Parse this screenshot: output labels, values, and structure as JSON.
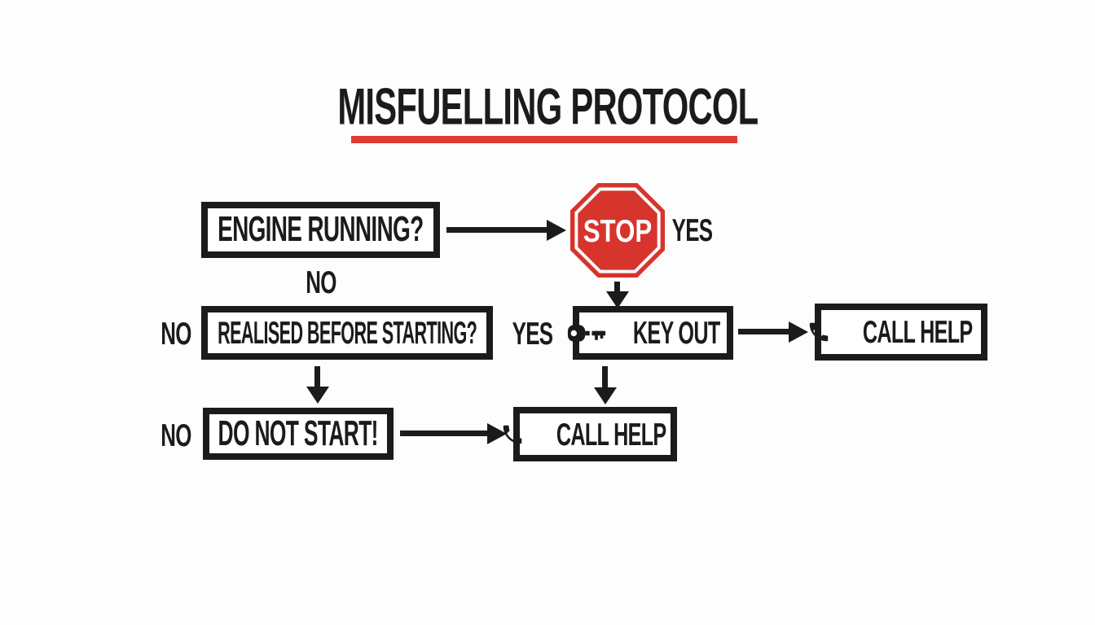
{
  "title": {
    "text": "MISFUELLING PROTOCOL"
  },
  "colors": {
    "ink": "#1b1b1b",
    "stop_sign_red": "#d6342c",
    "title_underline_red": "#e23b31",
    "background": "#fdfdfd"
  },
  "flowchart": {
    "nodes": {
      "engine_running": {
        "label": "ENGINE RUNNING?"
      },
      "stop_sign": {
        "label": "STOP",
        "icon": "stop-sign-icon"
      },
      "realised_before_starting": {
        "label": "REALISED BEFORE STARTING?"
      },
      "key_out": {
        "label": "KEY OUT",
        "icon": "key-icon"
      },
      "call_help_top": {
        "label": "CALL HELP",
        "icon": "phone-icon"
      },
      "do_not_start": {
        "label": "DO NOT START!"
      },
      "call_help_bottom": {
        "label": "CALL HELP",
        "icon": "phone-icon"
      }
    },
    "edge_labels": {
      "engine_yes": "YES",
      "engine_no": "NO",
      "realised_no": "NO",
      "realised_yes": "YES",
      "do_not_start_no": "NO"
    }
  }
}
